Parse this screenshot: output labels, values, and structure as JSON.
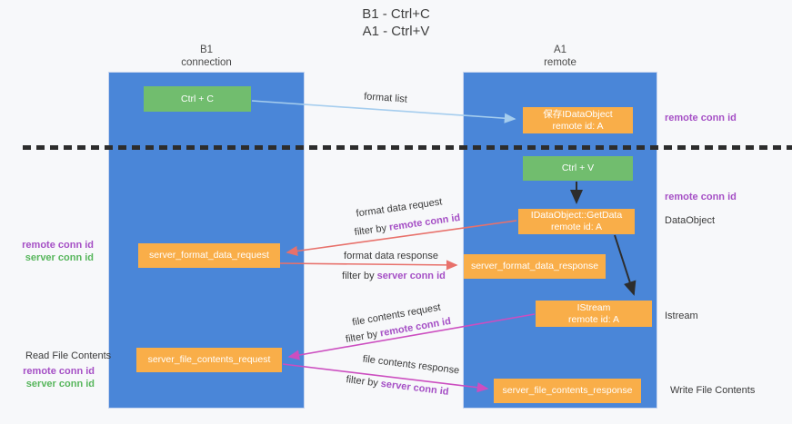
{
  "title": {
    "line1": "B1 - Ctrl+C",
    "line2": "A1 - Ctrl+V"
  },
  "lanes": {
    "left": {
      "name": "B1",
      "role": "connection"
    },
    "right": {
      "name": "A1",
      "role": "remote"
    }
  },
  "nodes": {
    "ctrl_c": {
      "label": "Ctrl + C"
    },
    "save_dataobject": {
      "line1": "保存IDataObject",
      "line2": "remote id: A"
    },
    "ctrl_v": {
      "label": "Ctrl + V"
    },
    "getdata": {
      "line1": "IDataObject::GetData",
      "line2": "remote id: A"
    },
    "format_request": {
      "label": "server_format_data_request"
    },
    "format_response": {
      "label": "server_format_data_response"
    },
    "istream": {
      "line1": "IStream",
      "line2": "remote id: A"
    },
    "file_request": {
      "label": "server_file_contents_request"
    },
    "file_response": {
      "label": "server_file_contents_response"
    }
  },
  "terms": {
    "remote_conn_id": "remote conn id",
    "server_conn_id": "server conn id",
    "filter_by": "filter by "
  },
  "arrow_labels": {
    "format_list": "format list",
    "format_data_request": "format data request",
    "format_data_response": "format data response",
    "file_contents_request": "file contents request",
    "file_contents_response": "file contents response"
  },
  "side_labels": {
    "dataobject": "DataObject",
    "istream": "Istream",
    "read_file_contents": "Read File Contents",
    "write_file_contents": "Write File Contents"
  },
  "colors": {
    "lane_blue": "#4a86d8",
    "node_green": "#71bd6e",
    "node_orange": "#f9ae49",
    "arrow_light_blue": "#a5cdee",
    "arrow_red": "#e8716b",
    "arrow_magenta": "#cc4ec0",
    "arrow_black": "#2d2d2d",
    "text_purple": "#a54fc5",
    "text_green": "#57b65c"
  }
}
